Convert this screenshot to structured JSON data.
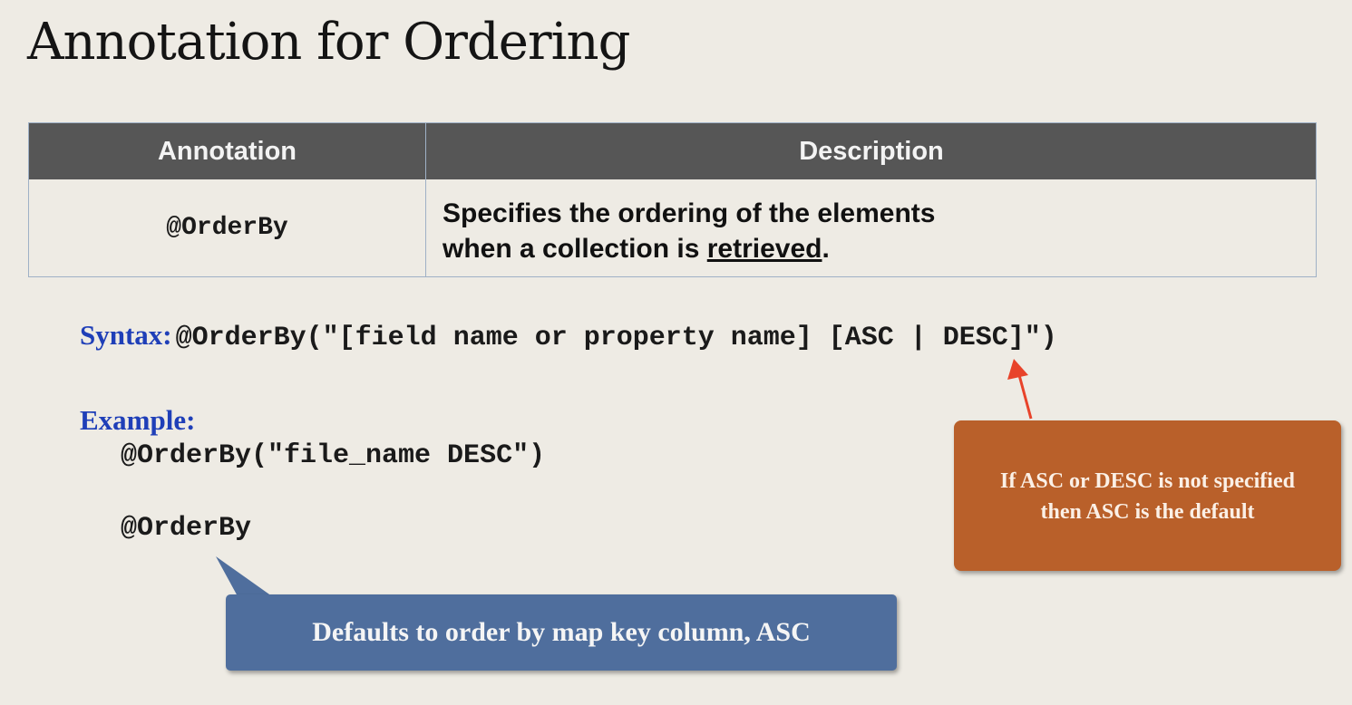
{
  "title": "Annotation for Ordering",
  "table": {
    "headers": [
      "Annotation",
      "Description"
    ],
    "rows": [
      {
        "annotation": "@OrderBy",
        "description_line1": "Specifies the ordering of the elements",
        "description_line2_prefix": "when a collection is ",
        "description_line2_emph": "retrieved",
        "description_line2_suffix": "."
      }
    ]
  },
  "syntax": {
    "label": "Syntax:",
    "code": "@OrderBy(\"[field name or property name] [ASC | DESC]\")"
  },
  "example": {
    "label": "Example:",
    "lines": [
      "@OrderBy(\"file_name DESC\")",
      "@OrderBy"
    ]
  },
  "callouts": {
    "orange_line1": "If ASC or DESC is not specified",
    "orange_line2": "then ASC is the default",
    "blue": "Defaults to order by map key column, ASC"
  },
  "colors": {
    "background": "#eeebe4",
    "table_header": "#565656",
    "label_blue": "#1f3fb8",
    "callout_orange": "#b9602a",
    "callout_blue": "#4f6e9d",
    "arrow_red": "#e8432a"
  }
}
